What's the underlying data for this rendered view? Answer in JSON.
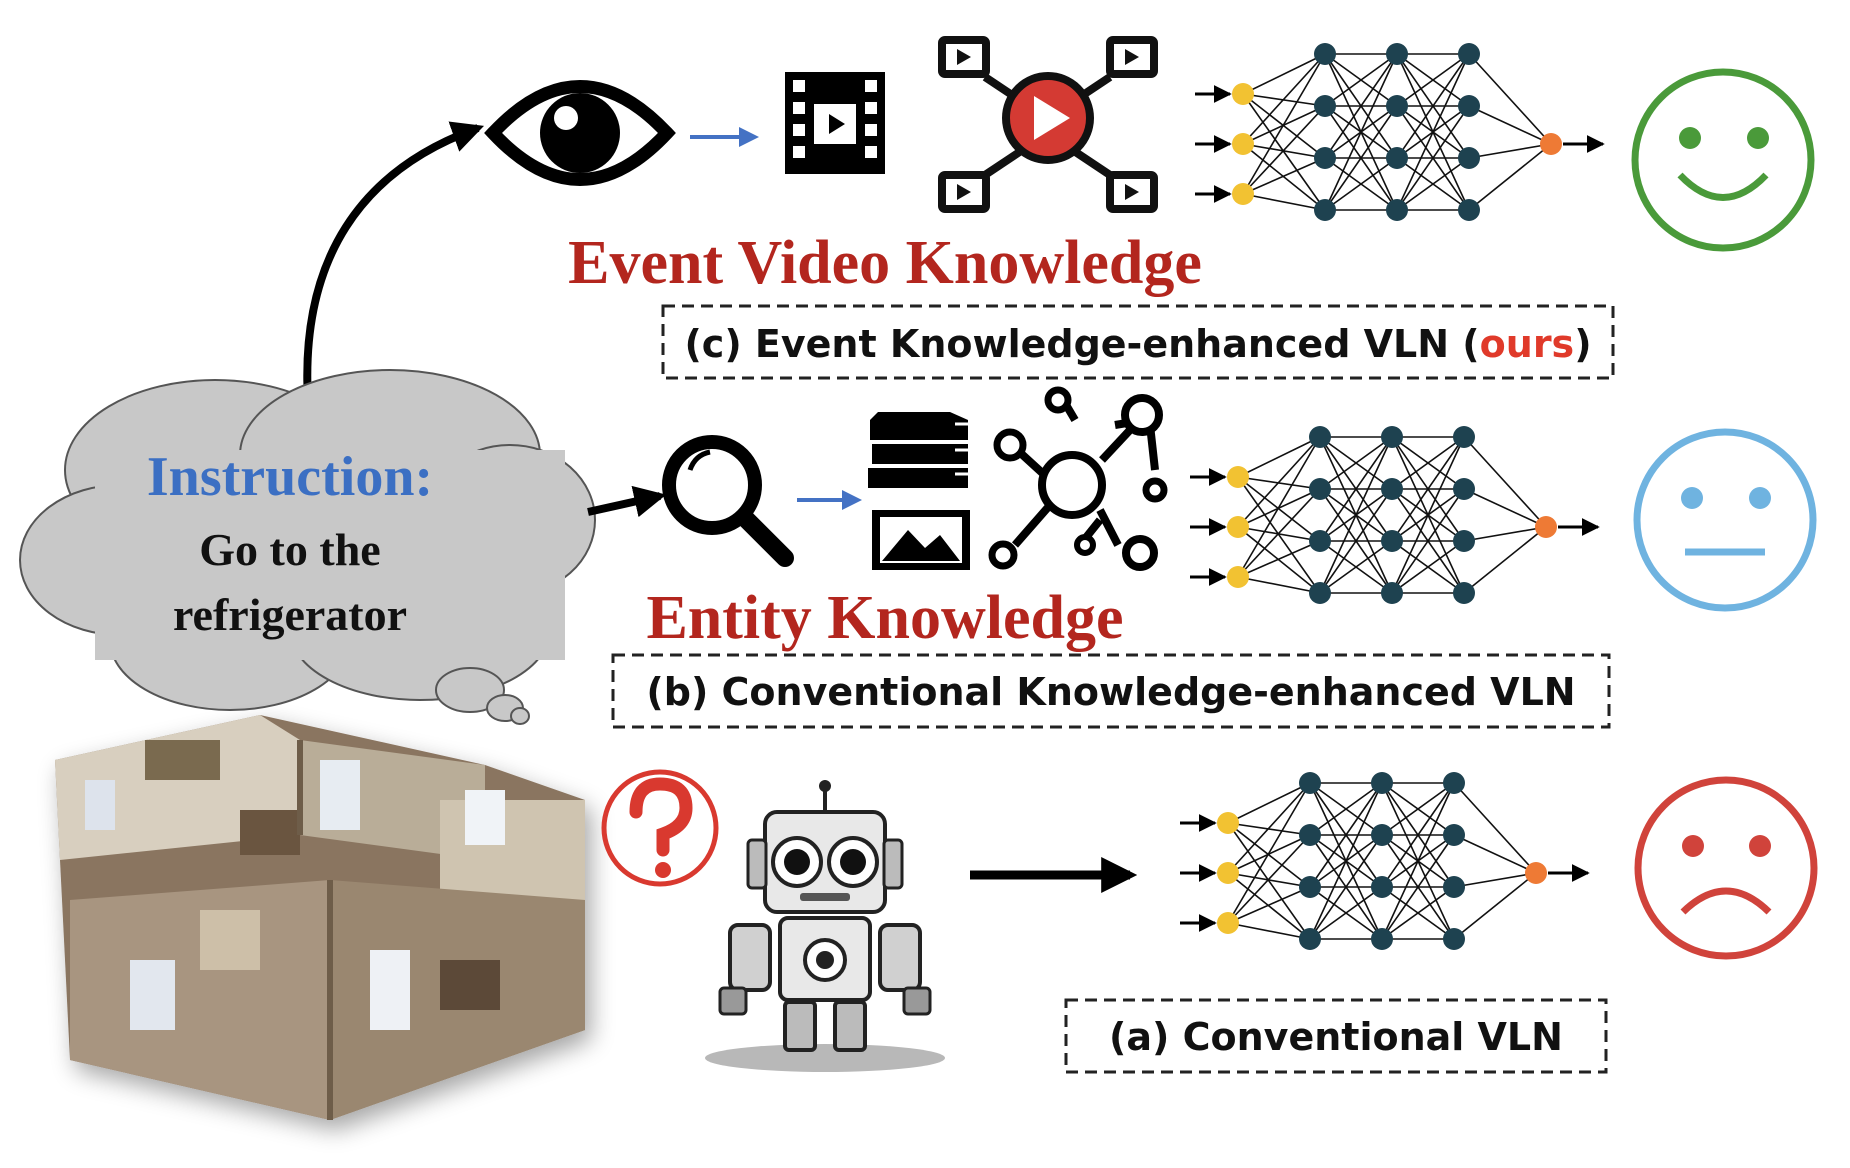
{
  "instruction": {
    "heading": "Instruction:",
    "line1": "Go to the",
    "line2": "refrigerator"
  },
  "knowledge": {
    "event": "Event Video Knowledge",
    "entity": "Entity Knowledge"
  },
  "labels": {
    "c_prefix": "(c) Event Knowledge-enhanced VLN (",
    "c_ours": "ours",
    "c_suffix": ")",
    "b": "(b) Conventional Knowledge-enhanced VLN",
    "a": "(a) Conventional VLN"
  },
  "colors": {
    "heading_blue": "#3b6fc3",
    "knowledge_red": "#b3261e",
    "ours_red": "#e03a2a",
    "happy_green": "#4a9a3a",
    "neutral_blue": "#6fb3e0",
    "sad_red": "#d0433b",
    "node_dark": "#1e4250",
    "node_input": "#f2c232",
    "node_output": "#ee7a35",
    "arrow_blue": "#4472c4",
    "cloud_gray": "#c8c8c8"
  },
  "icons": {
    "eye": "eye-icon",
    "video": "film-icon",
    "share": "video-network-icon",
    "search": "magnifier-icon",
    "books": "books-icon",
    "image": "image-icon",
    "graph": "knowledge-graph-icon",
    "question": "question-mark-icon",
    "robot": "robot-icon",
    "house": "house-3d-icon",
    "happy": "happy-face-icon",
    "neutral": "neutral-face-icon",
    "sad": "sad-face-icon"
  }
}
